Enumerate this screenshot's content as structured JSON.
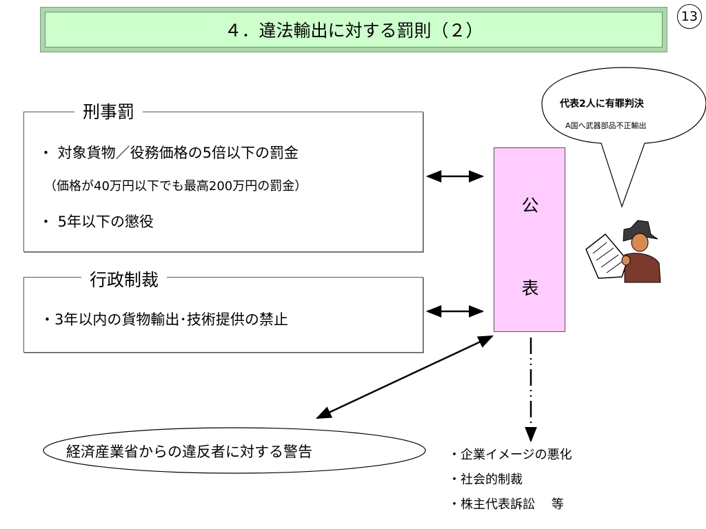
{
  "page": {
    "title": "４．違法輸出に対する罰則（２）",
    "page_number": "13"
  },
  "criminal": {
    "heading": "刑事罰",
    "line1": "・ 対象貨物／役務価格の5倍以下の罰金",
    "line2": "（価格が40万円以下でも最高200万円の罰金）",
    "line3": "・ 5年以下の懲役"
  },
  "administrative": {
    "heading": "行政制裁",
    "line1": "・3年以内の貨物輸出･技術提供の禁止"
  },
  "publication": {
    "char1": "公",
    "char2": "表"
  },
  "speech_bubble": {
    "headline": "代表2人に有罪判決",
    "subline": "A国へ武器部品不正輸出"
  },
  "warning": {
    "text": "経済産業省からの違反者に対する警告"
  },
  "consequences": {
    "item1": "・企業イメージの悪化",
    "item2": "・社会的制裁",
    "item3": "・株主代表訴訟　 等"
  },
  "icons": {
    "reader": "man-reading-newspaper-icon"
  }
}
